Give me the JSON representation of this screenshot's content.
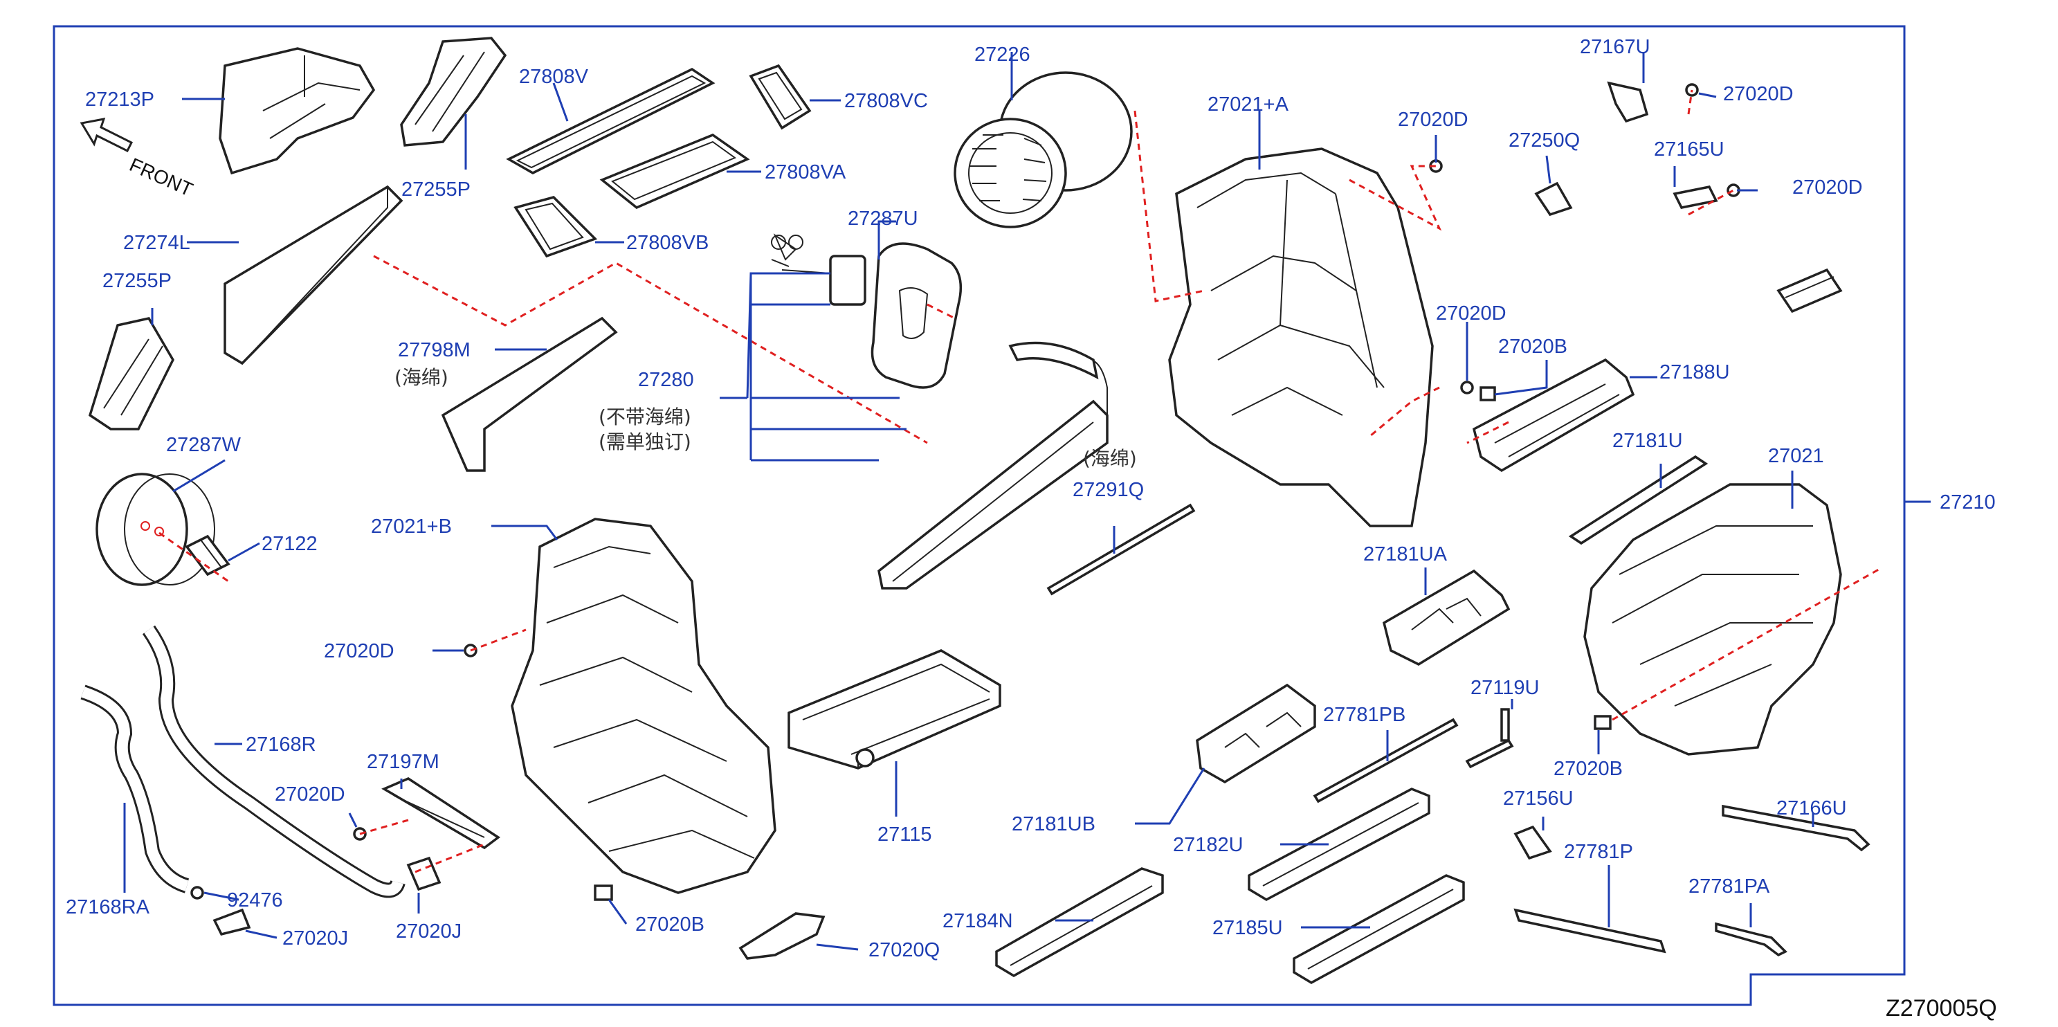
{
  "diagram": {
    "reference_code": "Z270005Q",
    "front_label": "FRONT",
    "colors": {
      "label": "#1f3fb3",
      "leader": "#1f3fb3",
      "dashed_line": "#e02020",
      "parts": "#222222"
    },
    "notes": {
      "sponge_1": "(海绵)",
      "sponge_2": "(海绵)",
      "not_incl_sponge": "(不带海绵)",
      "order_separately": "(需单独订)"
    },
    "labels": {
      "p27213P": "27213P",
      "p27808V": "27808V",
      "p27808VC": "27808VC",
      "p27808VA": "27808VA",
      "p27808VB": "27808VB",
      "p27255P_a": "27255P",
      "p27255P_b": "27255P",
      "p27274L": "27274L",
      "p27798M": "27798M",
      "p27287W": "27287W",
      "p27122": "27122",
      "p27226": "27226",
      "p27287U": "27287U",
      "p27280": "27280",
      "p27291Q": "27291Q",
      "p27021A": "27021+A",
      "p27020D_1": "27020D",
      "p27167U": "27167U",
      "p27020D_2": "27020D",
      "p27250Q": "27250Q",
      "p27165U": "27165U",
      "p27020D_3": "27020D",
      "p27020D_4": "27020D",
      "p27020B_1": "27020B",
      "p27188U": "27188U",
      "p27181U": "27181U",
      "p27021": "27021",
      "p27210": "27210",
      "p27181UA": "27181UA",
      "p27021B": "27021+B",
      "p27020D_5": "27020D",
      "p27168R": "27168R",
      "p27197M": "27197M",
      "p27020D_6": "27020D",
      "p27168RA": "27168RA",
      "p92476": "92476",
      "p27020J_1": "27020J",
      "p27020J_2": "27020J",
      "p27020B_2": "27020B",
      "p27020Q": "27020Q",
      "p27115": "27115",
      "p27181UB": "27181UB",
      "p27781PB": "27781PB",
      "p27119U": "27119U",
      "p27020B_3": "27020B",
      "p27182U": "27182U",
      "p27184N": "27184N",
      "p27185U": "27185U",
      "p27156U": "27156U",
      "p27781P": "27781P",
      "p27166U": "27166U",
      "p27781PA": "27781PA"
    },
    "parts": [
      "duct-27213P",
      "duct-27255P",
      "gasket-27808V",
      "gasket-27808VC",
      "gasket-27808VA",
      "gasket-27808VB",
      "filter-27274L",
      "bracket-27255P",
      "sponge-27798M",
      "seal-27287W",
      "clip-27122",
      "blower-fan-27226",
      "expansion-valve-27280",
      "insulator-27287U",
      "evaporator-27280",
      "strip-27291Q",
      "housing-27021A",
      "screw-27020D",
      "actuator-27167U",
      "clip-27250Q",
      "actuator-27165U",
      "vent-door-27188U",
      "link-27181U",
      "housing-27021",
      "door-27181UA",
      "housing-27021B",
      "hose-27168R",
      "hose-27168RA",
      "bracket-27197M",
      "clamp-92476",
      "clip-27020J",
      "clip-27020B",
      "seal-27020Q",
      "heater-core-27115",
      "door-27181UB",
      "strip-27781PB",
      "sensor-27119U",
      "door-27182U",
      "door-27184N",
      "door-27185U",
      "clip-27156U",
      "rod-27781P",
      "rod-27166U",
      "rod-27781PA"
    ]
  }
}
